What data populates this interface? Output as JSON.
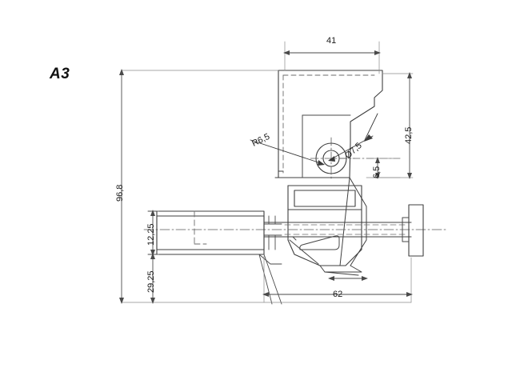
{
  "sheet": {
    "label": "A3",
    "background_color": "#ffffff",
    "line_color": "#3a3a3a",
    "text_color": "#1b1b1b"
  },
  "dimensions": {
    "overall_height": "96,8",
    "top_width": "41",
    "right_height": "42,5",
    "hole_offset": "6,5",
    "block_height": "12,25",
    "lower_height": "29,25",
    "overall_length": "62"
  },
  "callouts": {
    "radius": "R6,5",
    "diameter": "Ø7,5"
  },
  "view": {
    "type": "orthographic-section",
    "title_block_present": false
  }
}
